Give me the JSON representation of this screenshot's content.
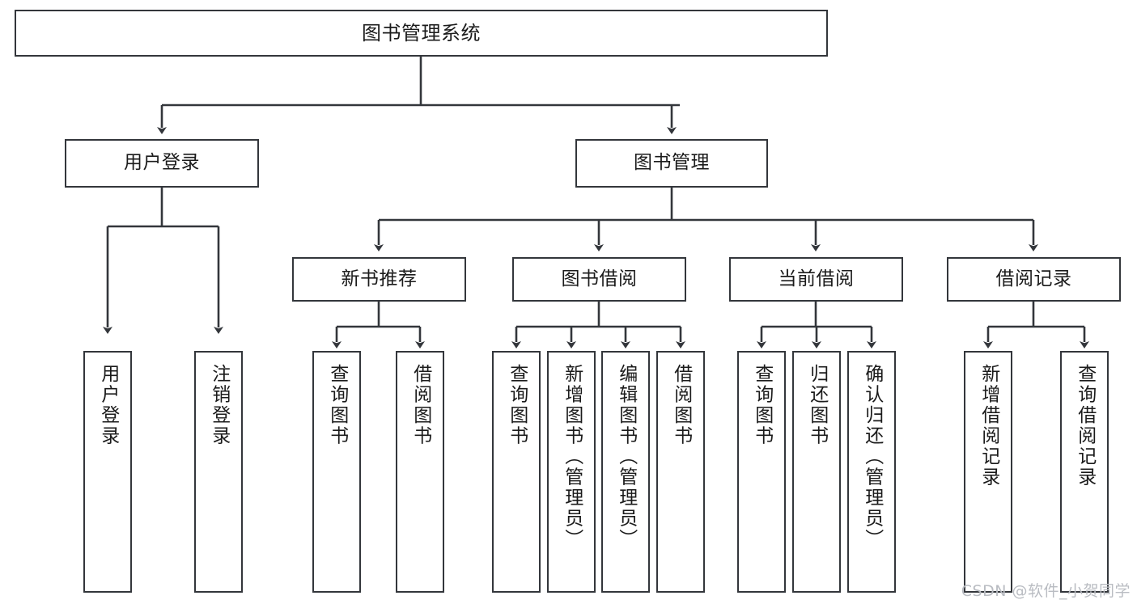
{
  "diagram": {
    "type": "tree-hierarchy",
    "title": "图书管理系统",
    "orientation": "top-down",
    "line_color": "#33363b",
    "node_fill": "#ffffff",
    "text_color": "#1b1b1b"
  },
  "watermark": {
    "text": "CSDN @软件_小贺同学",
    "color": "#b9bcc2"
  },
  "nodes": {
    "root": {
      "label": "图书管理系统",
      "level": 0
    },
    "l1": [
      {
        "id": "user-login",
        "label": "用户登录",
        "level": 1
      },
      {
        "id": "book-manage",
        "label": "图书管理",
        "level": 1
      }
    ],
    "l2": [
      {
        "id": "new-book-rec",
        "label": "新书推荐",
        "level": 2,
        "parent": "book-manage"
      },
      {
        "id": "book-borrow",
        "label": "图书借阅",
        "level": 2,
        "parent": "book-manage"
      },
      {
        "id": "current-borrow",
        "label": "当前借阅",
        "level": 2,
        "parent": "book-manage"
      },
      {
        "id": "borrow-record",
        "label": "借阅记录",
        "level": 2,
        "parent": "book-manage"
      }
    ],
    "leaves": [
      {
        "id": "leaf-user-login",
        "label": "用户登录",
        "parent": "user-login"
      },
      {
        "id": "leaf-logout-login",
        "label": "注销登录",
        "parent": "user-login"
      },
      {
        "id": "leaf-query-book-1",
        "label": "查询图书",
        "parent": "new-book-rec"
      },
      {
        "id": "leaf-borrow-book-1",
        "label": "借阅图书",
        "parent": "new-book-rec"
      },
      {
        "id": "leaf-query-book-2",
        "label": "查询图书",
        "parent": "book-borrow"
      },
      {
        "id": "leaf-add-book",
        "label": "新增图书（管理员）",
        "parent": "book-borrow"
      },
      {
        "id": "leaf-edit-book",
        "label": "编辑图书（管理员）",
        "parent": "book-borrow"
      },
      {
        "id": "leaf-borrow-book-2",
        "label": "借阅图书",
        "parent": "book-borrow"
      },
      {
        "id": "leaf-query-book-3",
        "label": "查询图书",
        "parent": "current-borrow"
      },
      {
        "id": "leaf-return-book",
        "label": "归还图书",
        "parent": "current-borrow"
      },
      {
        "id": "leaf-confirm-return",
        "label": "确认归还（管理员）",
        "parent": "current-borrow"
      },
      {
        "id": "leaf-add-record",
        "label": "新增借阅记录",
        "parent": "borrow-record"
      },
      {
        "id": "leaf-query-record",
        "label": "查询借阅记录",
        "parent": "borrow-record"
      }
    ]
  }
}
